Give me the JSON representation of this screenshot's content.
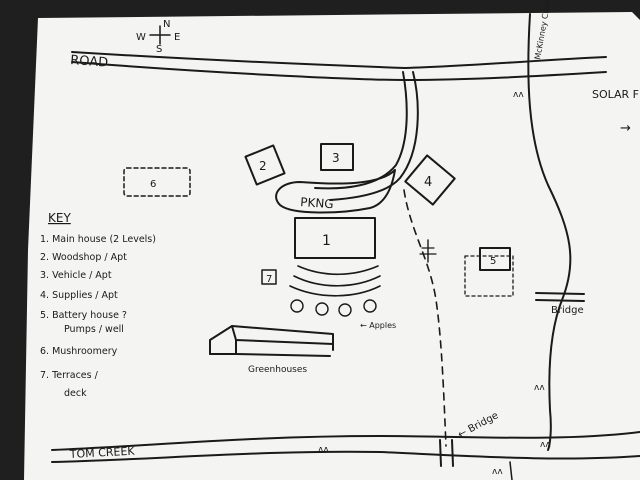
{
  "compass": {
    "n": "N",
    "w": "W",
    "e": "E",
    "s": "S"
  },
  "labels": {
    "road": "ROAD",
    "creek_top": "McKinney Creek",
    "solar_field": "SOLAR FIELD",
    "solar_arrow": "→",
    "parking": "PKNG",
    "apples": "← Apples",
    "greenhouses": "Greenhouses",
    "tom_creek": "TOM CREEK",
    "bridge_east": "Bridge",
    "bridge_south": "← Bridge"
  },
  "buildings": {
    "b1": "1",
    "b2": "2",
    "b3": "3",
    "b4": "4",
    "b5": "5",
    "b6": "6",
    "b7": "7"
  },
  "key": {
    "title": "KEY",
    "items": [
      "1. Main house (2 Levels)",
      "2. Woodshop / Apt",
      "3. Vehicle / Apt",
      "4. Supplies / Apt",
      "5. Battery house ?",
      "Pumps / well",
      "6. Mushroomery",
      "7. Terraces /",
      "deck"
    ]
  },
  "colors": {
    "paper": "#f4f4f2",
    "ink": "#1a1a1a",
    "background": "#1f1f1f"
  }
}
